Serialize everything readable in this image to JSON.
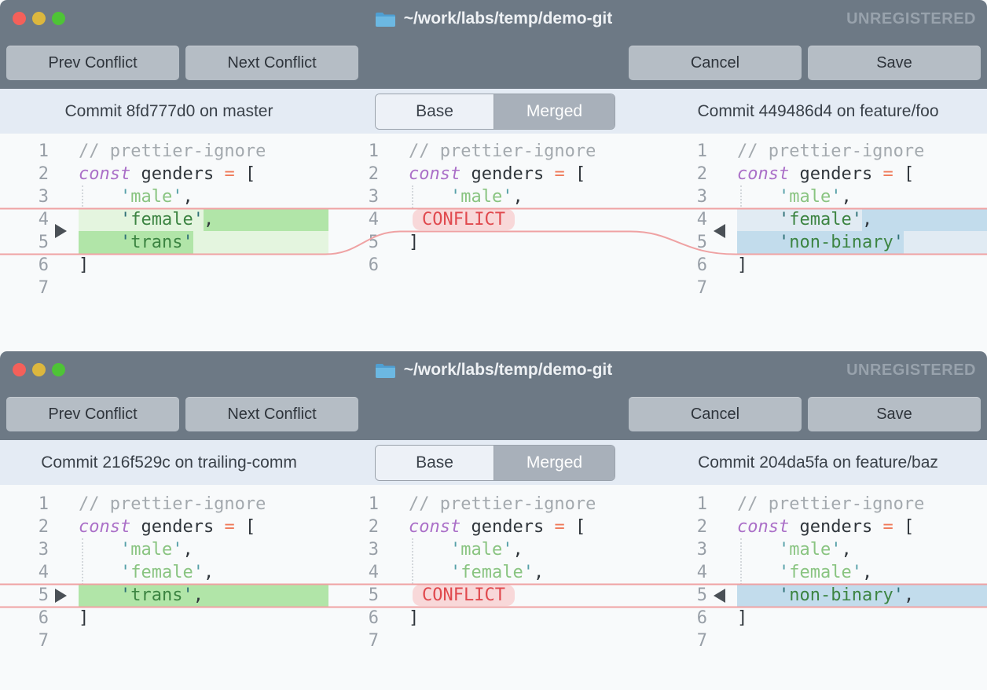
{
  "ui": {
    "window_title": "~/work/labs/temp/demo-git",
    "license_status": "UNREGISTERED",
    "toolbar": {
      "prev_label": "Prev Conflict",
      "next_label": "Next Conflict",
      "cancel_label": "Cancel",
      "save_label": "Save"
    },
    "view_toggle": {
      "base_label": "Base",
      "merged_label": "Merged",
      "selected": "Merged"
    }
  },
  "colors": {
    "titlebar_bg": "#6d7985",
    "header_bg": "#e4ebf4",
    "button_bg": "#b5bdc5",
    "code_bg": "#f8fafb",
    "added_left_dark": "#b1e5a8",
    "added_left_light": "#e4f5df",
    "added_right_dark": "#c2dcec",
    "added_right_light": "#e1ebf3",
    "conflict_text": "#e0494e",
    "conflict_bg": "#f8d8d9",
    "connector_line": "#efa2a3",
    "traffic_red": "#f4605a",
    "traffic_yellow": "#dcb73e",
    "traffic_green": "#4ec436"
  },
  "windows": [
    {
      "left_commit": "Commit 8fd777d0 on master",
      "right_commit": "Commit 449486d4 on feature/foo",
      "layout": {
        "pad": 8,
        "side_start": 4,
        "side_end": 5,
        "mid_line": 4,
        "curved": true
      },
      "panes": {
        "left": {
          "marker": "right",
          "guide": {
            "line": 3,
            "rows": 3
          },
          "lines": [
            {
              "n": "1",
              "seg": [
                [
                  "cm",
                  "// prettier-ignore"
                ]
              ]
            },
            {
              "n": "2",
              "seg": [
                [
                  "kw",
                  "const"
                ],
                [
                  "pl",
                  " genders "
                ],
                [
                  "op",
                  "="
                ],
                [
                  "pl",
                  " ["
                ]
              ]
            },
            {
              "n": "3",
              "seg": [
                [
                  "pl",
                  "    "
                ],
                [
                  "q",
                  "'"
                ],
                [
                  "st",
                  "male"
                ],
                [
                  "q",
                  "'"
                ],
                [
                  "pl",
                  ","
                ]
              ]
            },
            {
              "n": "4",
              "seg": [
                [
                  "pl",
                  "    "
                ],
                [
                  "qh",
                  "'"
                ],
                [
                  "sth",
                  "female"
                ],
                [
                  "qh",
                  "'"
                ],
                [
                  "pl",
                  ","
                ]
              ],
              "bg": [
                {
                  "c0": 0,
                  "c1": 12,
                  "s": "gl"
                },
                {
                  "c0": 12,
                  "c1": -1,
                  "s": "gd"
                }
              ]
            },
            {
              "n": "5",
              "seg": [
                [
                  "pl",
                  "    "
                ],
                [
                  "qh",
                  "'"
                ],
                [
                  "sth",
                  "trans"
                ],
                [
                  "qh",
                  "'"
                ]
              ],
              "bg": [
                {
                  "c0": 0,
                  "c1": 11,
                  "s": "gd"
                },
                {
                  "c0": 11,
                  "c1": -1,
                  "s": "gl"
                }
              ]
            },
            {
              "n": "6",
              "seg": [
                [
                  "pl",
                  "]"
                ]
              ]
            },
            {
              "n": "7",
              "seg": []
            }
          ]
        },
        "middle": {
          "guide": {
            "line": 3,
            "rows": 1
          },
          "lines": [
            {
              "n": "1",
              "seg": [
                [
                  "cm",
                  "// prettier-ignore"
                ]
              ]
            },
            {
              "n": "2",
              "seg": [
                [
                  "kw",
                  "const"
                ],
                [
                  "pl",
                  " genders "
                ],
                [
                  "op",
                  "="
                ],
                [
                  "pl",
                  " ["
                ]
              ]
            },
            {
              "n": "3",
              "seg": [
                [
                  "pl",
                  "    "
                ],
                [
                  "q",
                  "'"
                ],
                [
                  "st",
                  "male"
                ],
                [
                  "q",
                  "'"
                ],
                [
                  "pl",
                  ","
                ]
              ]
            },
            {
              "n": "4",
              "seg": [
                [
                  "pill",
                  "CONFLICT"
                ]
              ]
            },
            {
              "n": "5",
              "seg": [
                [
                  "pl",
                  "]"
                ]
              ]
            },
            {
              "n": "6",
              "seg": []
            }
          ]
        },
        "right": {
          "marker": "left",
          "guide": {
            "line": 3,
            "rows": 3
          },
          "lines": [
            {
              "n": "1",
              "seg": [
                [
                  "cm",
                  "// prettier-ignore"
                ]
              ]
            },
            {
              "n": "2",
              "seg": [
                [
                  "kw",
                  "const"
                ],
                [
                  "pl",
                  " genders "
                ],
                [
                  "op",
                  "="
                ],
                [
                  "pl",
                  " ["
                ]
              ]
            },
            {
              "n": "3",
              "seg": [
                [
                  "pl",
                  "    "
                ],
                [
                  "q",
                  "'"
                ],
                [
                  "st",
                  "male"
                ],
                [
                  "q",
                  "'"
                ],
                [
                  "pl",
                  ","
                ]
              ]
            },
            {
              "n": "4",
              "seg": [
                [
                  "pl",
                  "    "
                ],
                [
                  "qh",
                  "'"
                ],
                [
                  "sth",
                  "female"
                ],
                [
                  "qh",
                  "'"
                ],
                [
                  "pl",
                  ","
                ]
              ],
              "bg": [
                {
                  "c0": 0,
                  "c1": 12,
                  "s": "bl"
                },
                {
                  "c0": 12,
                  "c1": -1,
                  "s": "bd"
                }
              ]
            },
            {
              "n": "5",
              "seg": [
                [
                  "pl",
                  "    "
                ],
                [
                  "qh",
                  "'"
                ],
                [
                  "sth",
                  "non-binary"
                ],
                [
                  "qh",
                  "'"
                ]
              ],
              "bg": [
                {
                  "c0": 0,
                  "c1": 16,
                  "s": "bd"
                },
                {
                  "c0": 16,
                  "c1": -1,
                  "s": "bl"
                }
              ]
            },
            {
              "n": "6",
              "seg": [
                [
                  "pl",
                  "]"
                ]
              ]
            },
            {
              "n": "7",
              "seg": []
            }
          ]
        }
      }
    },
    {
      "left_commit": "Commit 216f529c on trailing-comm",
      "right_commit": "Commit 204da5fa on feature/baz",
      "layout": {
        "pad": 10,
        "side_start": 5,
        "side_end": 5,
        "mid_line": 5,
        "curved": false
      },
      "panes": {
        "left": {
          "marker": "right",
          "guide": {
            "line": 3,
            "rows": 3
          },
          "lines": [
            {
              "n": "1",
              "seg": [
                [
                  "cm",
                  "// prettier-ignore"
                ]
              ]
            },
            {
              "n": "2",
              "seg": [
                [
                  "kw",
                  "const"
                ],
                [
                  "pl",
                  " genders "
                ],
                [
                  "op",
                  "="
                ],
                [
                  "pl",
                  " ["
                ]
              ]
            },
            {
              "n": "3",
              "seg": [
                [
                  "pl",
                  "    "
                ],
                [
                  "q",
                  "'"
                ],
                [
                  "st",
                  "male"
                ],
                [
                  "q",
                  "'"
                ],
                [
                  "pl",
                  ","
                ]
              ]
            },
            {
              "n": "4",
              "seg": [
                [
                  "pl",
                  "    "
                ],
                [
                  "q",
                  "'"
                ],
                [
                  "st",
                  "female"
                ],
                [
                  "q",
                  "'"
                ],
                [
                  "pl",
                  ","
                ]
              ]
            },
            {
              "n": "5",
              "seg": [
                [
                  "pl",
                  "    "
                ],
                [
                  "qh",
                  "'"
                ],
                [
                  "sth",
                  "trans"
                ],
                [
                  "qh",
                  "'"
                ],
                [
                  "pl",
                  ","
                ]
              ],
              "bg": [
                {
                  "c0": 0,
                  "c1": -1,
                  "s": "gd"
                }
              ]
            },
            {
              "n": "6",
              "seg": [
                [
                  "pl",
                  "]"
                ]
              ]
            },
            {
              "n": "7",
              "seg": []
            }
          ]
        },
        "middle": {
          "guide": {
            "line": 3,
            "rows": 2
          },
          "lines": [
            {
              "n": "1",
              "seg": [
                [
                  "cm",
                  "// prettier-ignore"
                ]
              ]
            },
            {
              "n": "2",
              "seg": [
                [
                  "kw",
                  "const"
                ],
                [
                  "pl",
                  " genders "
                ],
                [
                  "op",
                  "="
                ],
                [
                  "pl",
                  " ["
                ]
              ]
            },
            {
              "n": "3",
              "seg": [
                [
                  "pl",
                  "    "
                ],
                [
                  "q",
                  "'"
                ],
                [
                  "st",
                  "male"
                ],
                [
                  "q",
                  "'"
                ],
                [
                  "pl",
                  ","
                ]
              ]
            },
            {
              "n": "4",
              "seg": [
                [
                  "pl",
                  "    "
                ],
                [
                  "q",
                  "'"
                ],
                [
                  "st",
                  "female"
                ],
                [
                  "q",
                  "'"
                ],
                [
                  "pl",
                  ","
                ]
              ]
            },
            {
              "n": "5",
              "seg": [
                [
                  "pill",
                  "CONFLICT"
                ]
              ]
            },
            {
              "n": "6",
              "seg": [
                [
                  "pl",
                  "]"
                ]
              ]
            },
            {
              "n": "7",
              "seg": []
            }
          ]
        },
        "right": {
          "marker": "left",
          "guide": {
            "line": 3,
            "rows": 3
          },
          "lines": [
            {
              "n": "1",
              "seg": [
                [
                  "cm",
                  "// prettier-ignore"
                ]
              ]
            },
            {
              "n": "2",
              "seg": [
                [
                  "kw",
                  "const"
                ],
                [
                  "pl",
                  " genders "
                ],
                [
                  "op",
                  "="
                ],
                [
                  "pl",
                  " ["
                ]
              ]
            },
            {
              "n": "3",
              "seg": [
                [
                  "pl",
                  "    "
                ],
                [
                  "q",
                  "'"
                ],
                [
                  "st",
                  "male"
                ],
                [
                  "q",
                  "'"
                ],
                [
                  "pl",
                  ","
                ]
              ]
            },
            {
              "n": "4",
              "seg": [
                [
                  "pl",
                  "    "
                ],
                [
                  "q",
                  "'"
                ],
                [
                  "st",
                  "female"
                ],
                [
                  "q",
                  "'"
                ],
                [
                  "pl",
                  ","
                ]
              ]
            },
            {
              "n": "5",
              "seg": [
                [
                  "pl",
                  "    "
                ],
                [
                  "qh",
                  "'"
                ],
                [
                  "sth",
                  "non-binary"
                ],
                [
                  "qh",
                  "'"
                ],
                [
                  "pl",
                  ","
                ]
              ],
              "bg": [
                {
                  "c0": 0,
                  "c1": -1,
                  "s": "bd"
                }
              ]
            },
            {
              "n": "6",
              "seg": [
                [
                  "pl",
                  "]"
                ]
              ]
            },
            {
              "n": "7",
              "seg": []
            }
          ]
        }
      }
    }
  ]
}
